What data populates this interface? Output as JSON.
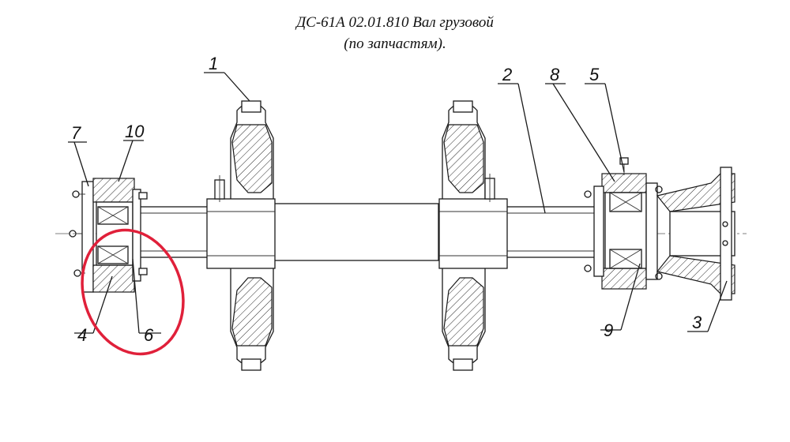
{
  "title": {
    "line1": "ДС-61А 02.01.810 Вал грузовой",
    "line2": "(по запчастям)."
  },
  "callouts": [
    "1",
    "2",
    "3",
    "4",
    "5",
    "6",
    "7",
    "8",
    "9",
    "10"
  ],
  "highlight_color": "#e0203a",
  "line_color": "#1a1a1a"
}
